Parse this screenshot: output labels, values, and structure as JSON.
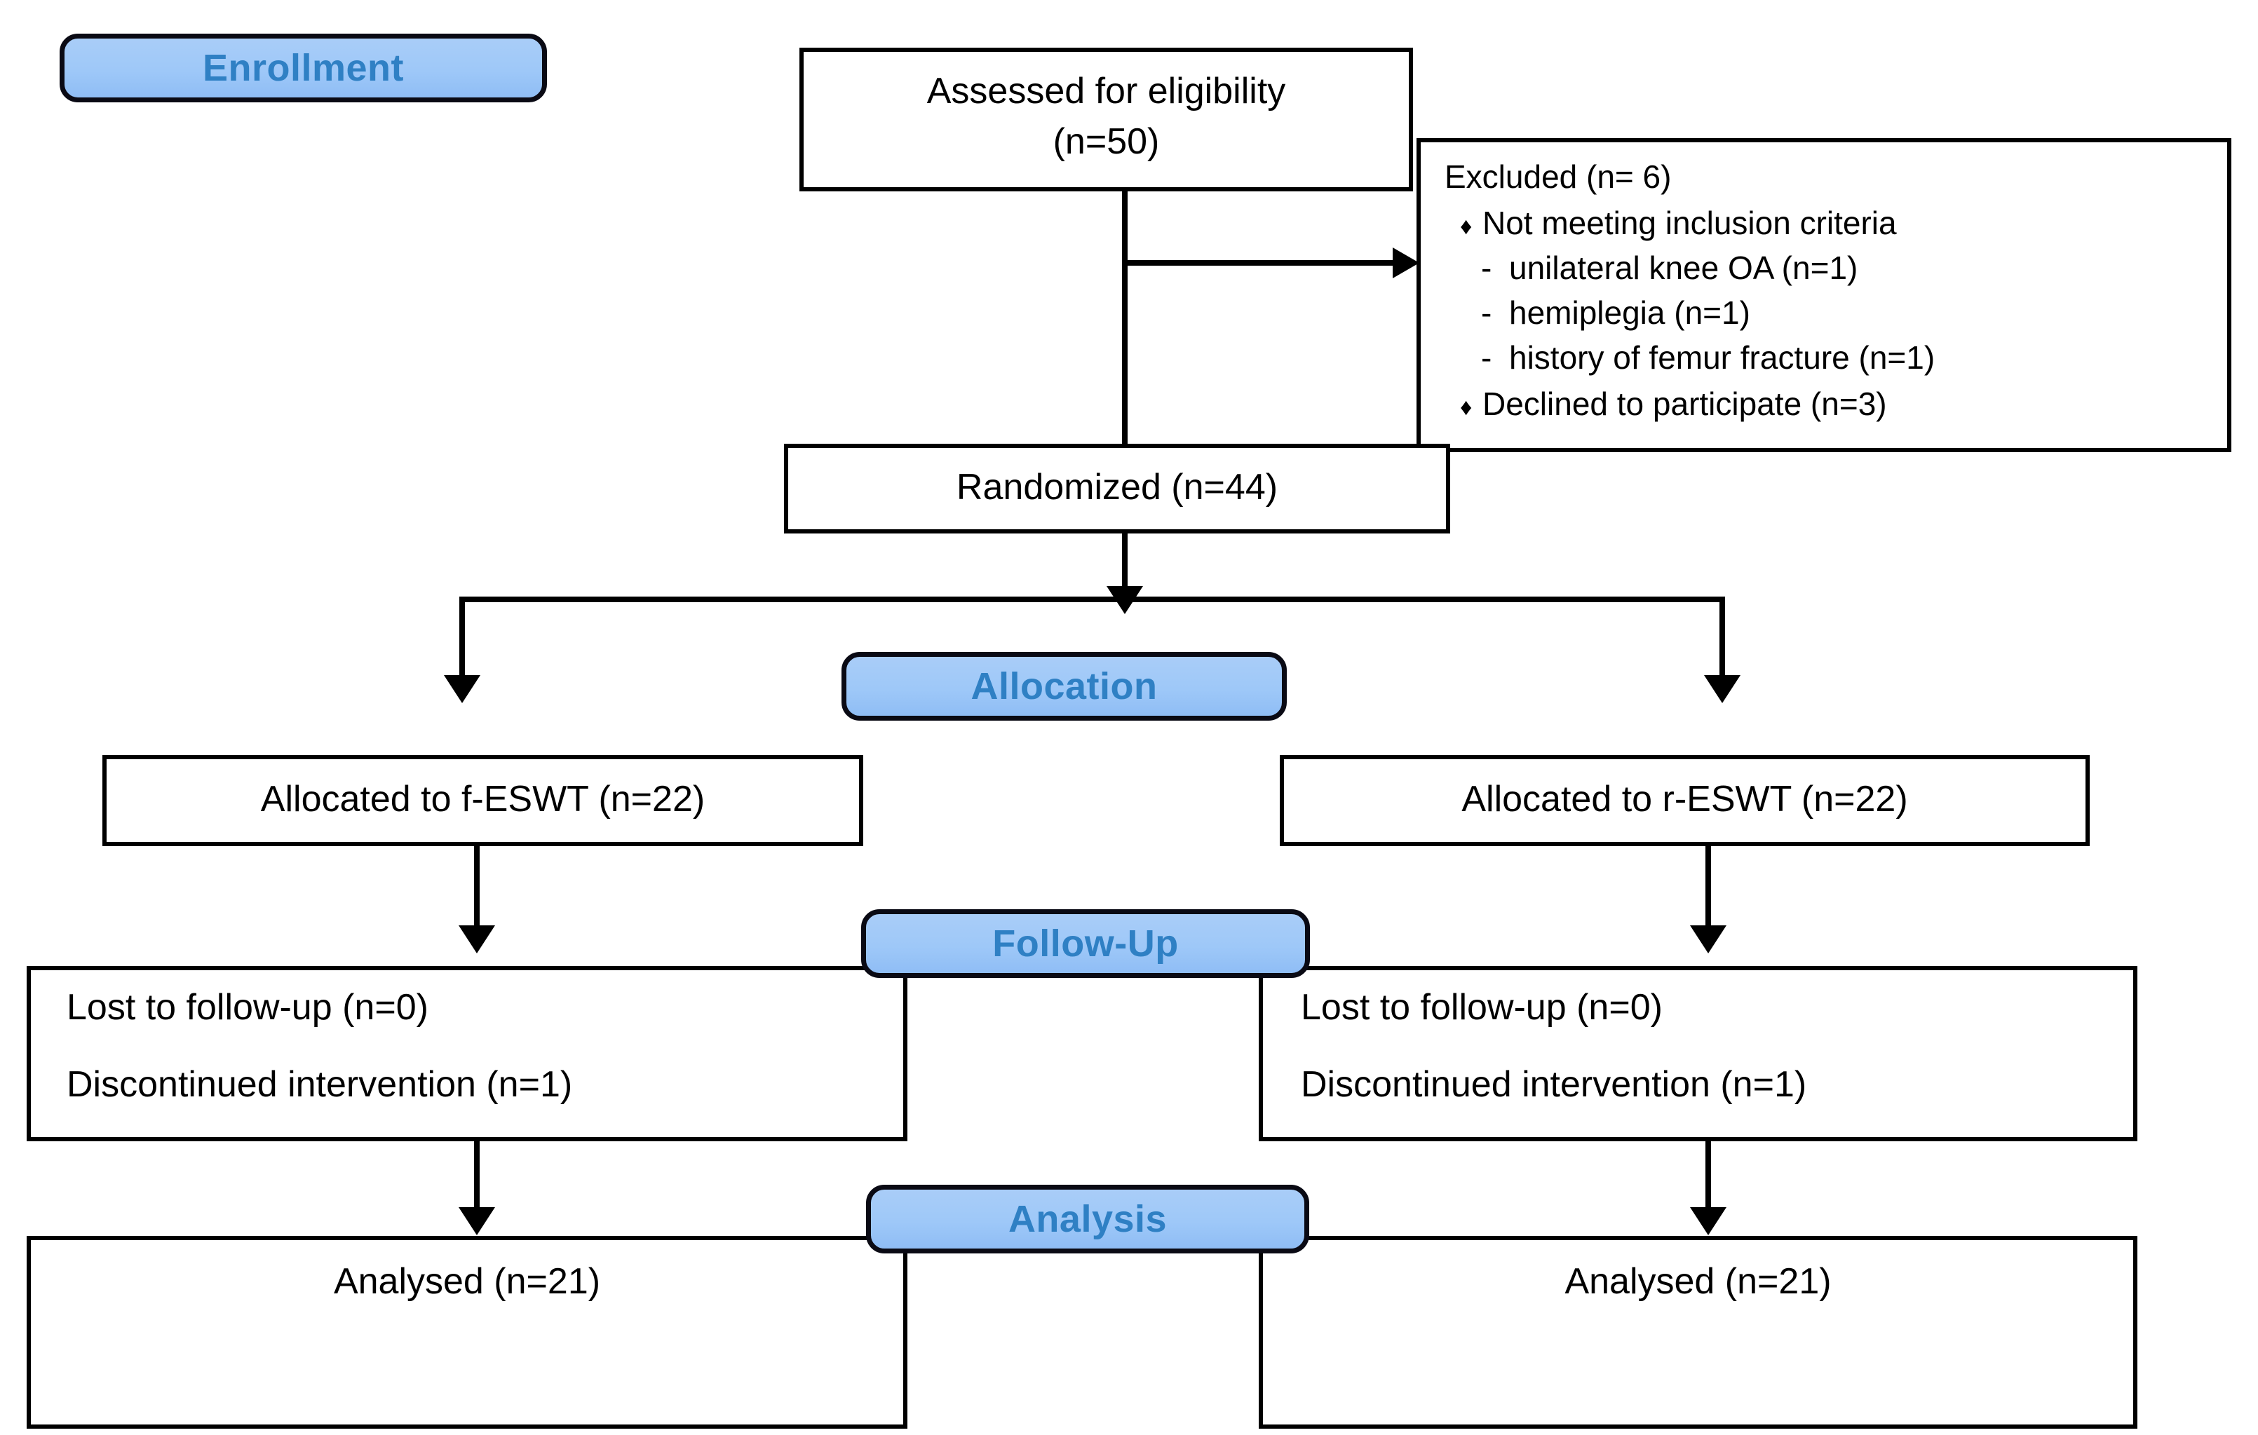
{
  "diagram": {
    "title": "CONSORT participant flow diagram",
    "accent_color": "#9ec8f8",
    "badge_text_color": "#2f80c4",
    "line_color": "#000000"
  },
  "stages": {
    "enrollment": "Enrollment",
    "allocation": "Allocation",
    "followup": "Follow-Up",
    "analysis": "Analysis"
  },
  "enrollment": {
    "assessed_line1": "Assessed for eligibility",
    "assessed_line2": "(n=50)",
    "randomized": "Randomized (n=44)"
  },
  "excluded": {
    "title": "Excluded (n= 6)",
    "bullet_glyph": "♦",
    "dash_glyph": "-",
    "items": [
      {
        "type": "bullet",
        "text": "Not meeting inclusion criteria"
      },
      {
        "type": "dash",
        "text": "unilateral knee OA (n=1)"
      },
      {
        "type": "dash",
        "text": "hemiplegia (n=1)"
      },
      {
        "type": "dash",
        "text": "history of femur fracture (n=1)"
      },
      {
        "type": "bullet",
        "text": "Declined to participate (n=3)"
      }
    ]
  },
  "allocation": {
    "left": "Allocated to f-ESWT (n=22)",
    "right": "Allocated to r-ESWT (n=22)"
  },
  "followup": {
    "left_line1": "Lost to follow-up (n=0)",
    "left_line2": "Discontinued intervention (n=1)",
    "right_line1": "Lost to follow-up (n=0)",
    "right_line2": "Discontinued intervention (n=1)"
  },
  "analysis": {
    "left": "Analysed (n=21)",
    "right": "Analysed (n=21)"
  }
}
